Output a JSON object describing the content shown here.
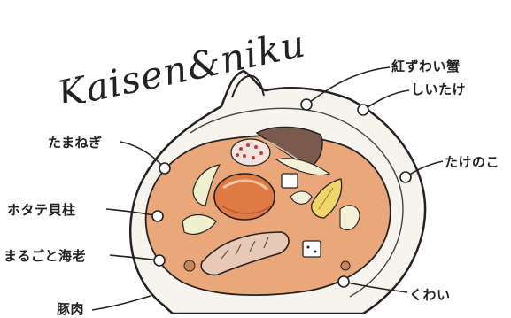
{
  "title": "Kaisen&niku",
  "labels": {
    "snow_crab": "紅ずわい蟹",
    "shiitake": "しいたけ",
    "onion": "たまねぎ",
    "bamboo_shoot": "たけのこ",
    "scallop": "ホタテ貝柱",
    "shrimp": "まるごと海老",
    "kuwai": "くわい",
    "pork": "豚肉"
  },
  "colors": {
    "ink": "#222222",
    "broth": "#e9a77a",
    "dough": "#f7f4ee",
    "shrimp": "#e07a45",
    "mushroom": "#7a5a4c",
    "veg": "#e8e2a8",
    "bamboo": "#f0d56a"
  }
}
